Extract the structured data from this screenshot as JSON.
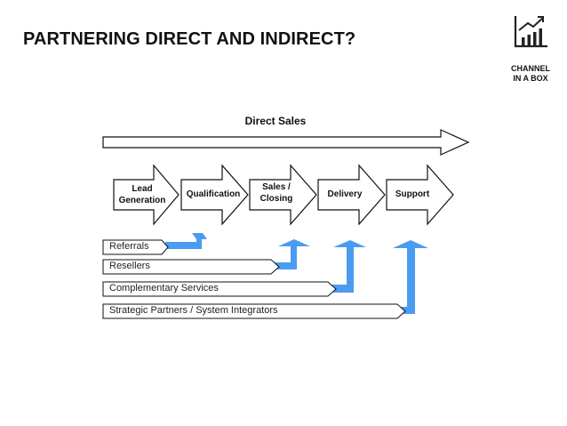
{
  "header": {
    "title": "PARTNERING DIRECT AND INDIRECT?"
  },
  "logo": {
    "icon": "rising-bar-chart-icon",
    "line1": "CHANNEL",
    "line2": "IN A BOX"
  },
  "direct_sales": {
    "label": "Direct Sales"
  },
  "stages": [
    {
      "line1": "Lead",
      "line2": "Generation"
    },
    {
      "line1": "Qualification",
      "line2": ""
    },
    {
      "line1": "Sales /",
      "line2": "Closing"
    },
    {
      "line1": "Delivery",
      "line2": ""
    },
    {
      "line1": "Support",
      "line2": ""
    }
  ],
  "channels": [
    {
      "label": "Referrals"
    },
    {
      "label": "Resellers"
    },
    {
      "label": "Complementary Services"
    },
    {
      "label": "Strategic Partners / System Integrators"
    }
  ],
  "colors": {
    "connector_blue": "#4a9cf0",
    "outline": "#111111"
  }
}
